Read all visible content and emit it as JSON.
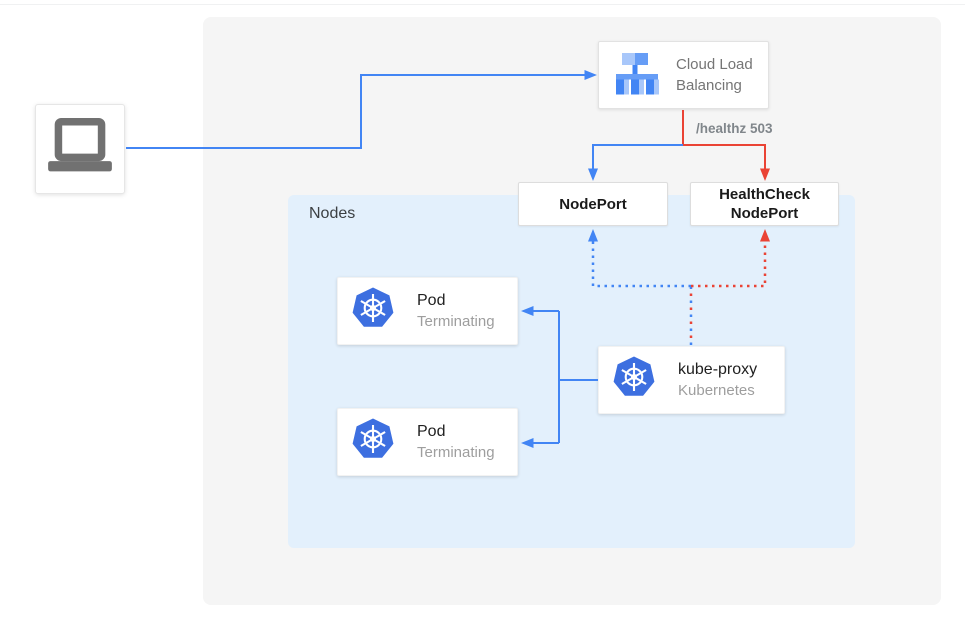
{
  "colors": {
    "blue": "#4285F4",
    "red": "#EA4335",
    "canvas_bg": "#F5F5F5",
    "nodes_bg": "#E3F0FC",
    "k8s_blue": "#3D6FE0"
  },
  "client": {
    "icon": "laptop-icon"
  },
  "load_balancer": {
    "icon": "cloud-load-balancing-icon",
    "line1": "Cloud Load",
    "line2": "Balancing"
  },
  "health_annotation": "/healthz 503",
  "nodeport": {
    "label": "NodePort"
  },
  "healthcheck_nodeport": {
    "line1": "HealthCheck",
    "line2": "NodePort"
  },
  "nodes_group": {
    "label": "Nodes"
  },
  "pods": [
    {
      "icon": "kubernetes-icon",
      "title": "Pod",
      "subtitle": "Terminating"
    },
    {
      "icon": "kubernetes-icon",
      "title": "Pod",
      "subtitle": "Terminating"
    }
  ],
  "kube_proxy": {
    "icon": "kubernetes-icon",
    "title": "kube-proxy",
    "subtitle": "Kubernetes"
  }
}
